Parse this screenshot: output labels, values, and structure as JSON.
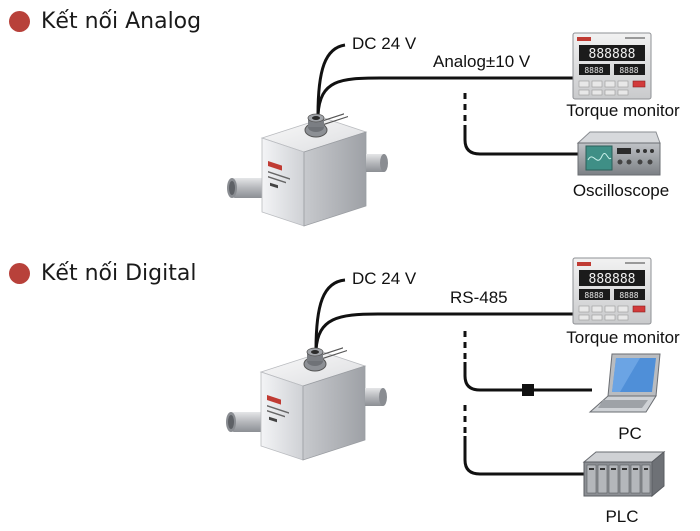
{
  "sections": {
    "analog": {
      "title": "Kết nối Analog",
      "power_label": "DC 24 V",
      "signal_label": "Analog±10 V",
      "devices": [
        "Torque monitor",
        "Oscilloscope"
      ]
    },
    "digital": {
      "title": "Kết nối Digital",
      "power_label": "DC 24 V",
      "signal_label": "RS-485",
      "devices": [
        "Torque monitor",
        "PC",
        "PLC"
      ]
    }
  },
  "colors": {
    "bullet": "#b8413a",
    "cable": "#111111",
    "sensor_body": "#d9dadd",
    "monitor_display": "#1b1b1b",
    "scope_screen": "#3f8f86"
  },
  "icons": [
    "torque-sensor-icon",
    "torque-monitor-icon",
    "oscilloscope-icon",
    "laptop-pc-icon",
    "plc-rack-icon",
    "cable-connector-icon"
  ]
}
